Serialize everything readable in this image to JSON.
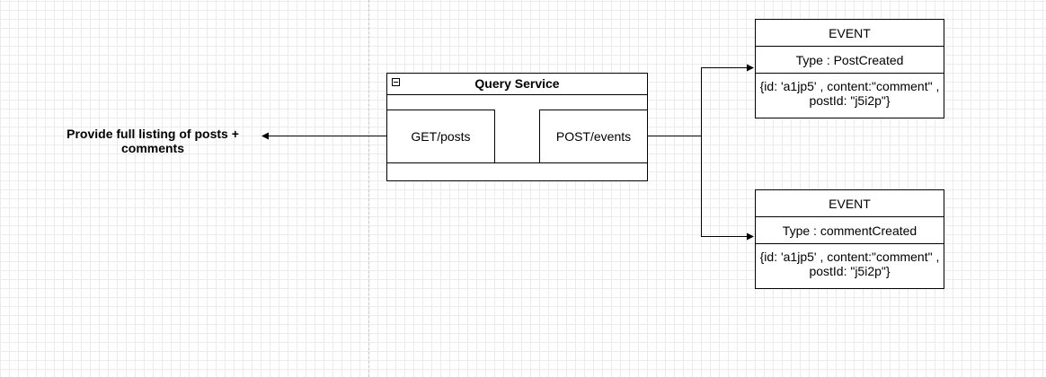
{
  "caption": {
    "text": "Provide full listing of posts + comments"
  },
  "query_service": {
    "title": "Query Service",
    "get_endpoint": "GET/posts",
    "post_endpoint": "POST/events"
  },
  "events": [
    {
      "title": "EVENT",
      "type": "Type : PostCreated",
      "payload": "{id: 'a1jp5' , content:\"comment\" , postId: \"j5i2p\"}"
    },
    {
      "title": "EVENT",
      "type": "Type : commentCreated",
      "payload": "{id: 'a1jp5' , content:\"comment\" , postId: \"j5i2p\"}"
    }
  ],
  "colors": {
    "line": "#000000",
    "grid": "#ebebeb"
  }
}
